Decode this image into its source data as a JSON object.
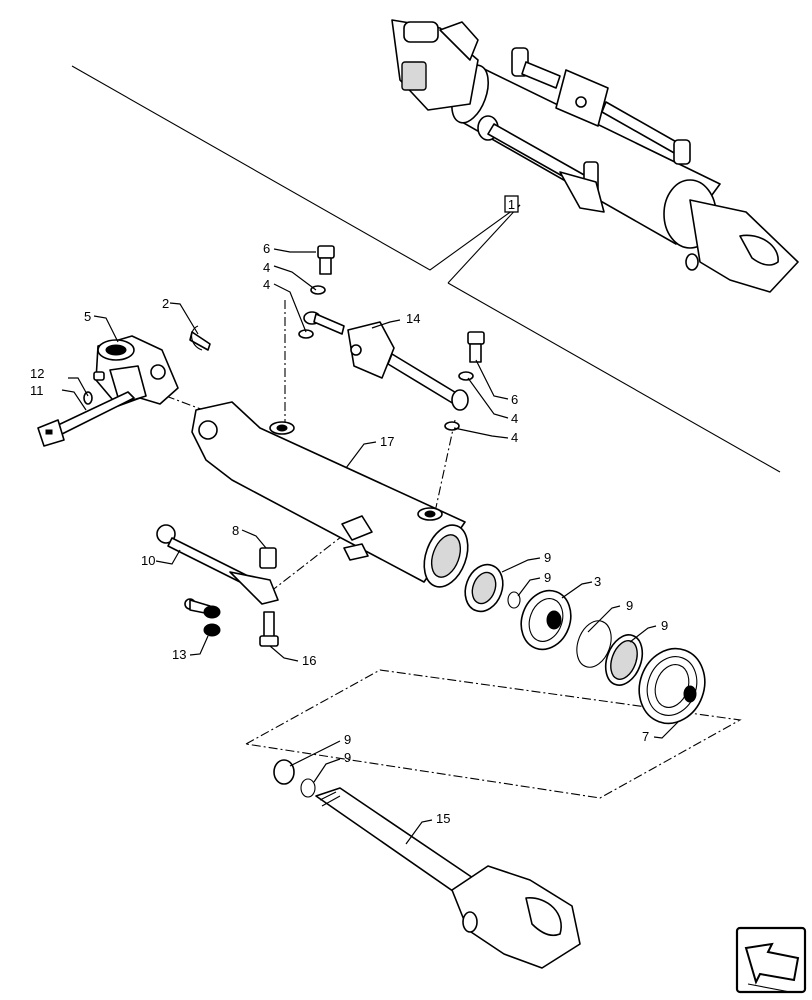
{
  "callouts": {
    "c1": "1",
    "c2": "2",
    "c3": "3",
    "c4a": "4",
    "c4b": "4",
    "c4c": "4",
    "c4d": "4",
    "c5": "5",
    "c6a": "6",
    "c6b": "6",
    "c7": "7",
    "c8": "8",
    "c9a": "9",
    "c9b": "9",
    "c9c": "9",
    "c9d": "9",
    "c9e": "9",
    "c9f": "9",
    "c10": "10",
    "c11": "11",
    "c12": "12",
    "c13": "13",
    "c14": "14",
    "c15": "15",
    "c16": "16",
    "c17": "17"
  },
  "nav_icon": "next-page-arrow-icon"
}
